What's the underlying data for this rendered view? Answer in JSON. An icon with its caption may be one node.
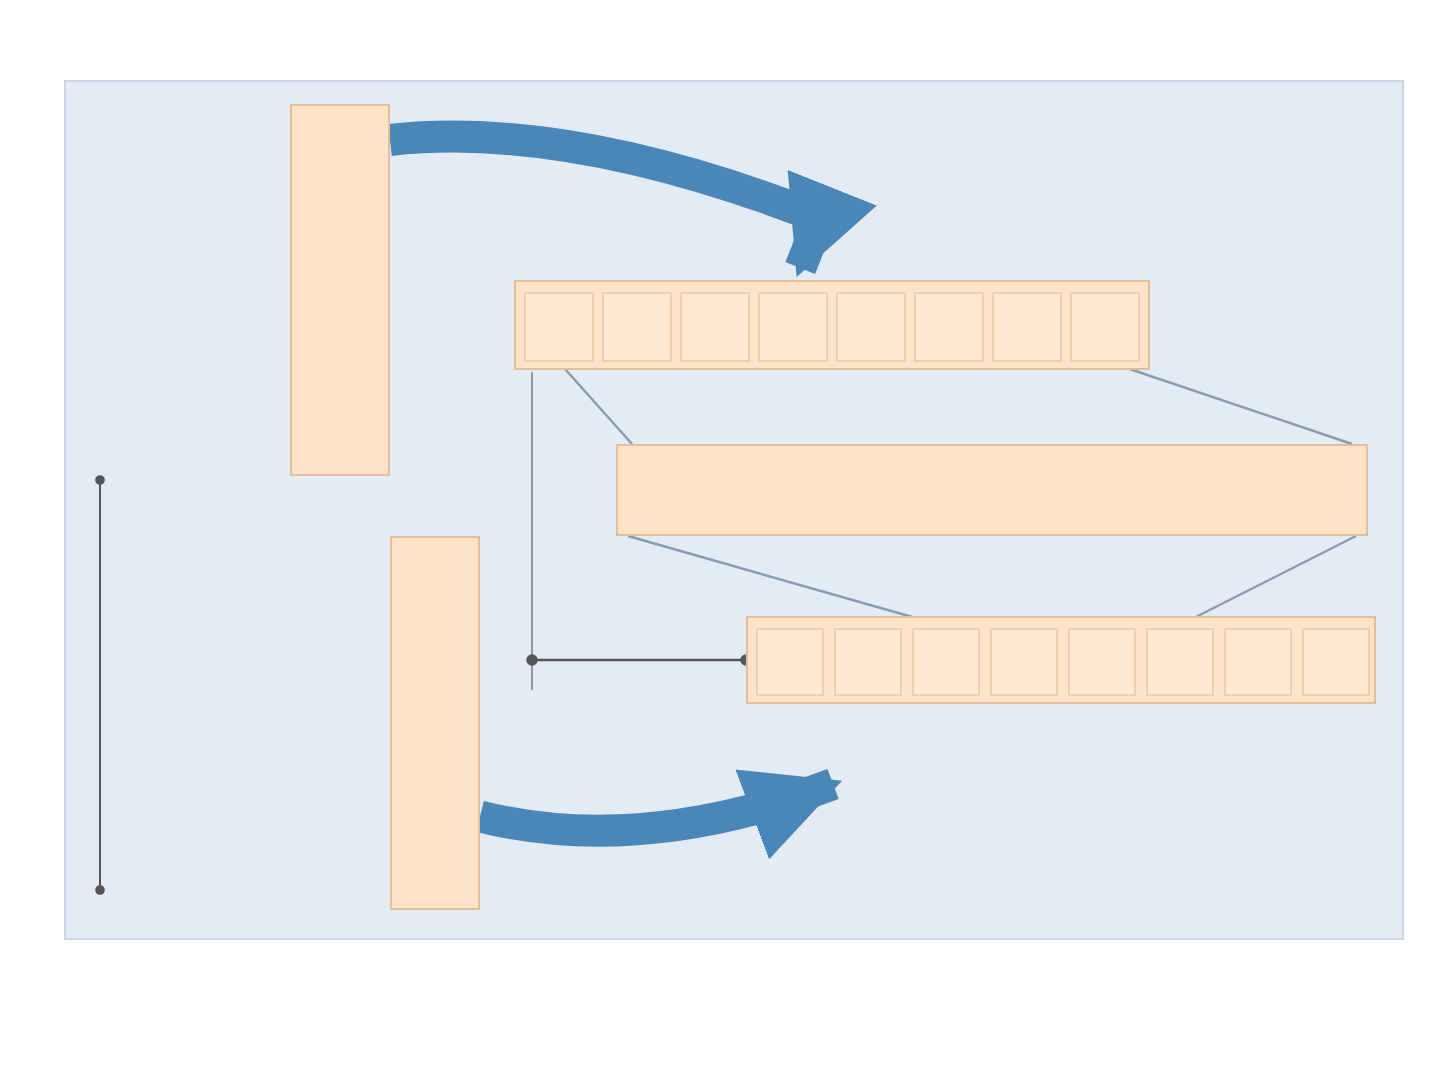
{
  "diagram": {
    "nodes": [
      {
        "text": [],
        "shape": "box"
      },
      {
        "text": [],
        "shape": "box"
      },
      {
        "text": [],
        "shape": "box"
      },
      {
        "text": [],
        "shape": "box",
        "in": 2
      },
      {
        "text": [],
        "shape": "box",
        "in": 2
      },
      {
        "text": [],
        "shape": "box",
        "in": 2
      },
      {
        "text": [],
        "shape": "box",
        "in": 2
      },
      {
        "text": [],
        "shape": "box",
        "in": 2
      },
      {
        "text": [],
        "shape": "box",
        "in": 2
      },
      {
        "text": [],
        "shape": "box",
        "in": 2
      },
      {
        "text": [],
        "shape": "box",
        "in": 2
      },
      {
        "text": [],
        "shape": "box"
      },
      {
        "text": [],
        "shape": "box"
      },
      {
        "text": [],
        "shape": "box",
        "in": 12
      },
      {
        "text": [],
        "shape": "box",
        "in": 12
      },
      {
        "text": [],
        "shape": "box",
        "in": 12
      },
      {
        "text": [],
        "shape": "box",
        "in": 12
      },
      {
        "text": [],
        "shape": "box",
        "in": 12
      },
      {
        "text": [],
        "shape": "box",
        "in": 12
      },
      {
        "text": [],
        "shape": "box",
        "in": 12
      },
      {
        "text": [],
        "shape": "box",
        "in": 12
      }
    ],
    "edges": [
      {
        "from": 0,
        "to": 2,
        "arrow": "to",
        "style": "thick",
        "color": "#4a86b8"
      },
      {
        "from": 1,
        "to": 12,
        "arrow": "to",
        "style": "thick",
        "color": "#4a86b8"
      },
      {
        "from": 3,
        "to": 11,
        "arrow": "none"
      },
      {
        "from": 10,
        "to": 11,
        "arrow": "none"
      },
      {
        "from": 11,
        "to": 15,
        "arrow": "none"
      },
      {
        "from": 11,
        "to": 18,
        "arrow": "none"
      },
      {
        "from": null,
        "to": 12,
        "arrow": "other",
        "color": "#555555"
      }
    ]
  }
}
